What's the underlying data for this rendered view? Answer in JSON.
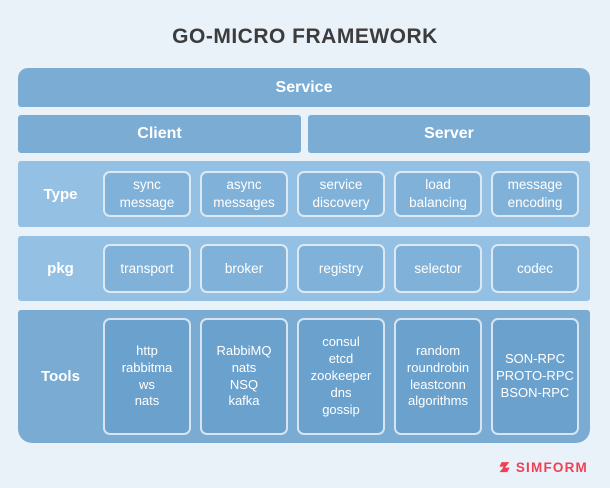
{
  "title": "GO-MICRO FRAMEWORK",
  "service_label": "Service",
  "client_label": "Client",
  "server_label": "Server",
  "rows": [
    {
      "label": "Type",
      "cells": [
        "sync\nmessage",
        "async\nmessages",
        "service\ndiscovery",
        "load\nbalancing",
        "message\nencoding"
      ]
    },
    {
      "label": "pkg",
      "cells": [
        "transport",
        "broker",
        "registry",
        "selector",
        "codec"
      ]
    },
    {
      "label": "Tools",
      "cells": [
        "http\nrabbitma\nws\nnats",
        "RabbiMQ\nnats\nNSQ\nkafka",
        "consul\netcd\nzookeeper\ndns\ngossip",
        "random\nroundrobin\nleastconn\nalgorithms",
        "SON-RPC\nPROTO-RPC\nBSON-RPC"
      ]
    }
  ],
  "logo": {
    "text": "SIMFORM",
    "color": "#ee4056"
  },
  "colors": {
    "page_bg": "#e9f1f9",
    "bar_blue": "#7bacd4",
    "strip_light_blue": "#93c0e3",
    "strip_mid_blue": "#7aabd2",
    "cell_blue": "#80b1d8",
    "cell_dark_blue": "#6ba1cd",
    "title_text": "#3c3c3c"
  }
}
